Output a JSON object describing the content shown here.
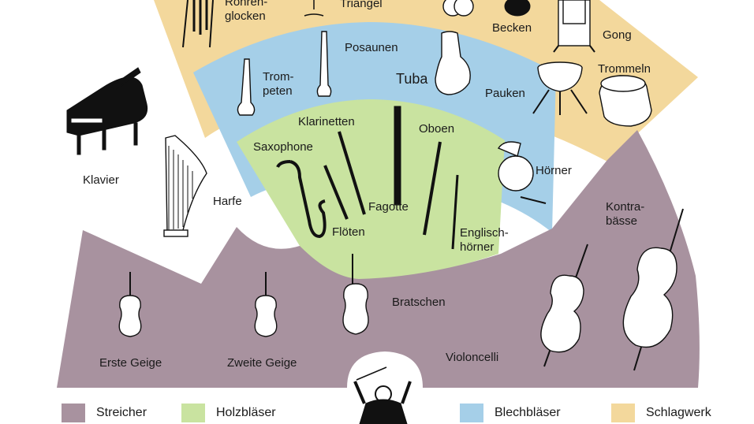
{
  "colors": {
    "strings": "#a8929f",
    "woodwinds": "#c9e3a0",
    "brass": "#a5cfe8",
    "percussion": "#f3d89c"
  },
  "labels": {
    "klavier": "Klavier",
    "harfe": "Harfe",
    "erste_geige": "Erste Geige",
    "zweite_geige": "Zweite Geige",
    "bratschen": "Bratschen",
    "violoncelli": "Violoncelli",
    "kontrabaesse": "Kontra-\nbässe",
    "saxophone": "Saxophone",
    "klarinetten": "Klarinetten",
    "oboen": "Oboen",
    "floeten": "Flöten",
    "fagotte": "Fagotte",
    "englischhoerner": "Englisch-\nhörner",
    "trompeten": "Trom-\npeten",
    "posaunen": "Posaunen",
    "tuba": "Tuba",
    "hoerner": "Hörner",
    "roehrenglocken": "Röhren-\nglocken",
    "triangel": "Triangel",
    "becken": "Becken",
    "gong": "Gong",
    "pauken": "Pauken",
    "trommeln": "Trommeln"
  },
  "legend": [
    {
      "label": "Streicher",
      "color_key": "strings"
    },
    {
      "label": "Holzbläser",
      "color_key": "woodwinds"
    },
    {
      "label": "Blechbläser",
      "color_key": "brass"
    },
    {
      "label": "Schlagwerk",
      "color_key": "percussion"
    }
  ]
}
